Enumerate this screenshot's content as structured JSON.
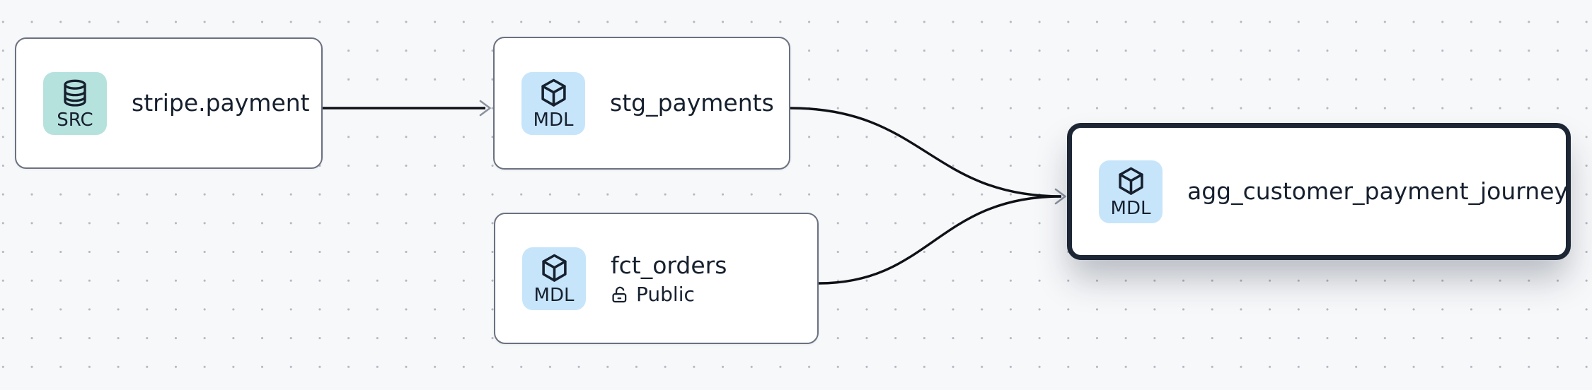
{
  "canvas": {
    "background_color": "#f7f8fa",
    "dot_color": "#b5b9c2"
  },
  "nodes": [
    {
      "id": "stripe.payment",
      "title": "stripe.payment",
      "type": "source",
      "badge": {
        "label": "SRC",
        "icon": "database-icon",
        "bg": "#b6e2de"
      },
      "selected": false
    },
    {
      "id": "stg_payments",
      "title": "stg_payments",
      "type": "model",
      "badge": {
        "label": "MDL",
        "icon": "cube-icon",
        "bg": "#c7e5fa"
      },
      "selected": false
    },
    {
      "id": "fct_orders",
      "title": "fct_orders",
      "type": "model",
      "badge": {
        "label": "MDL",
        "icon": "cube-icon",
        "bg": "#c7e5fa"
      },
      "access": {
        "icon": "unlock-icon",
        "label": "Public"
      },
      "selected": false
    },
    {
      "id": "agg_customer_payment_journey",
      "title": "agg_customer_payment_journey",
      "type": "model",
      "badge": {
        "label": "MDL",
        "icon": "cube-icon",
        "bg": "#c7e5fa"
      },
      "selected": true
    }
  ],
  "edges": [
    {
      "from": "stripe.payment",
      "to": "stg_payments"
    },
    {
      "from": "stg_payments",
      "to": "agg_customer_payment_journey"
    },
    {
      "from": "fct_orders",
      "to": "agg_customer_payment_journey"
    }
  ],
  "colors": {
    "node_border": "#6b7180",
    "selected_border": "#1c2634",
    "edge": "#0e1116",
    "arrowhead": "#8b919e",
    "text": "#16202e"
  }
}
